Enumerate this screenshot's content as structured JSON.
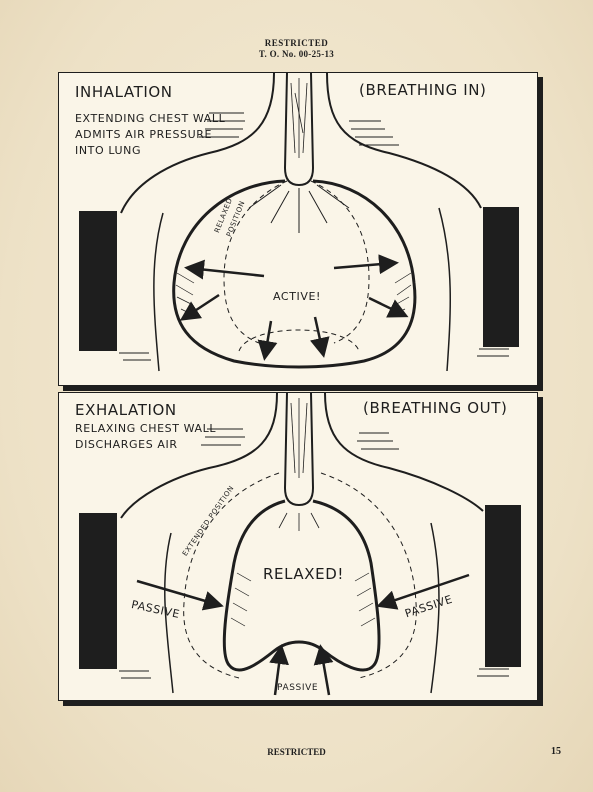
{
  "header": {
    "classification": "RESTRICTED",
    "document_number": "T. O. No. 00-25-13"
  },
  "inhalation": {
    "title": "INHALATION",
    "caption_line1": "EXTENDING CHEST WALL",
    "caption_line2": "ADMITS AIR PRESSURE",
    "caption_line3": "INTO LUNG",
    "tag": "(BREATHING IN)",
    "relaxed_line1": "RELAXED",
    "relaxed_line2": "POSITION",
    "state_label": "ACTIVE!"
  },
  "exhalation": {
    "title": "EXHALATION",
    "caption_line1": "RELAXING CHEST WALL",
    "caption_line2": "DISCHARGES AIR",
    "tag": "(BREATHING OUT)",
    "extended_label": "EXTENDED POSITION",
    "state_label": "RELAXED!",
    "passive_left": "PASSIVE",
    "passive_right": "PASSIVE",
    "passive_bottom": "PASSIVE"
  },
  "footer": {
    "classification": "RESTRICTED",
    "page_number": "15"
  },
  "colors": {
    "ink": "#1e1e1e",
    "paper": "#efe4cc",
    "panel": "#faf5e8"
  }
}
